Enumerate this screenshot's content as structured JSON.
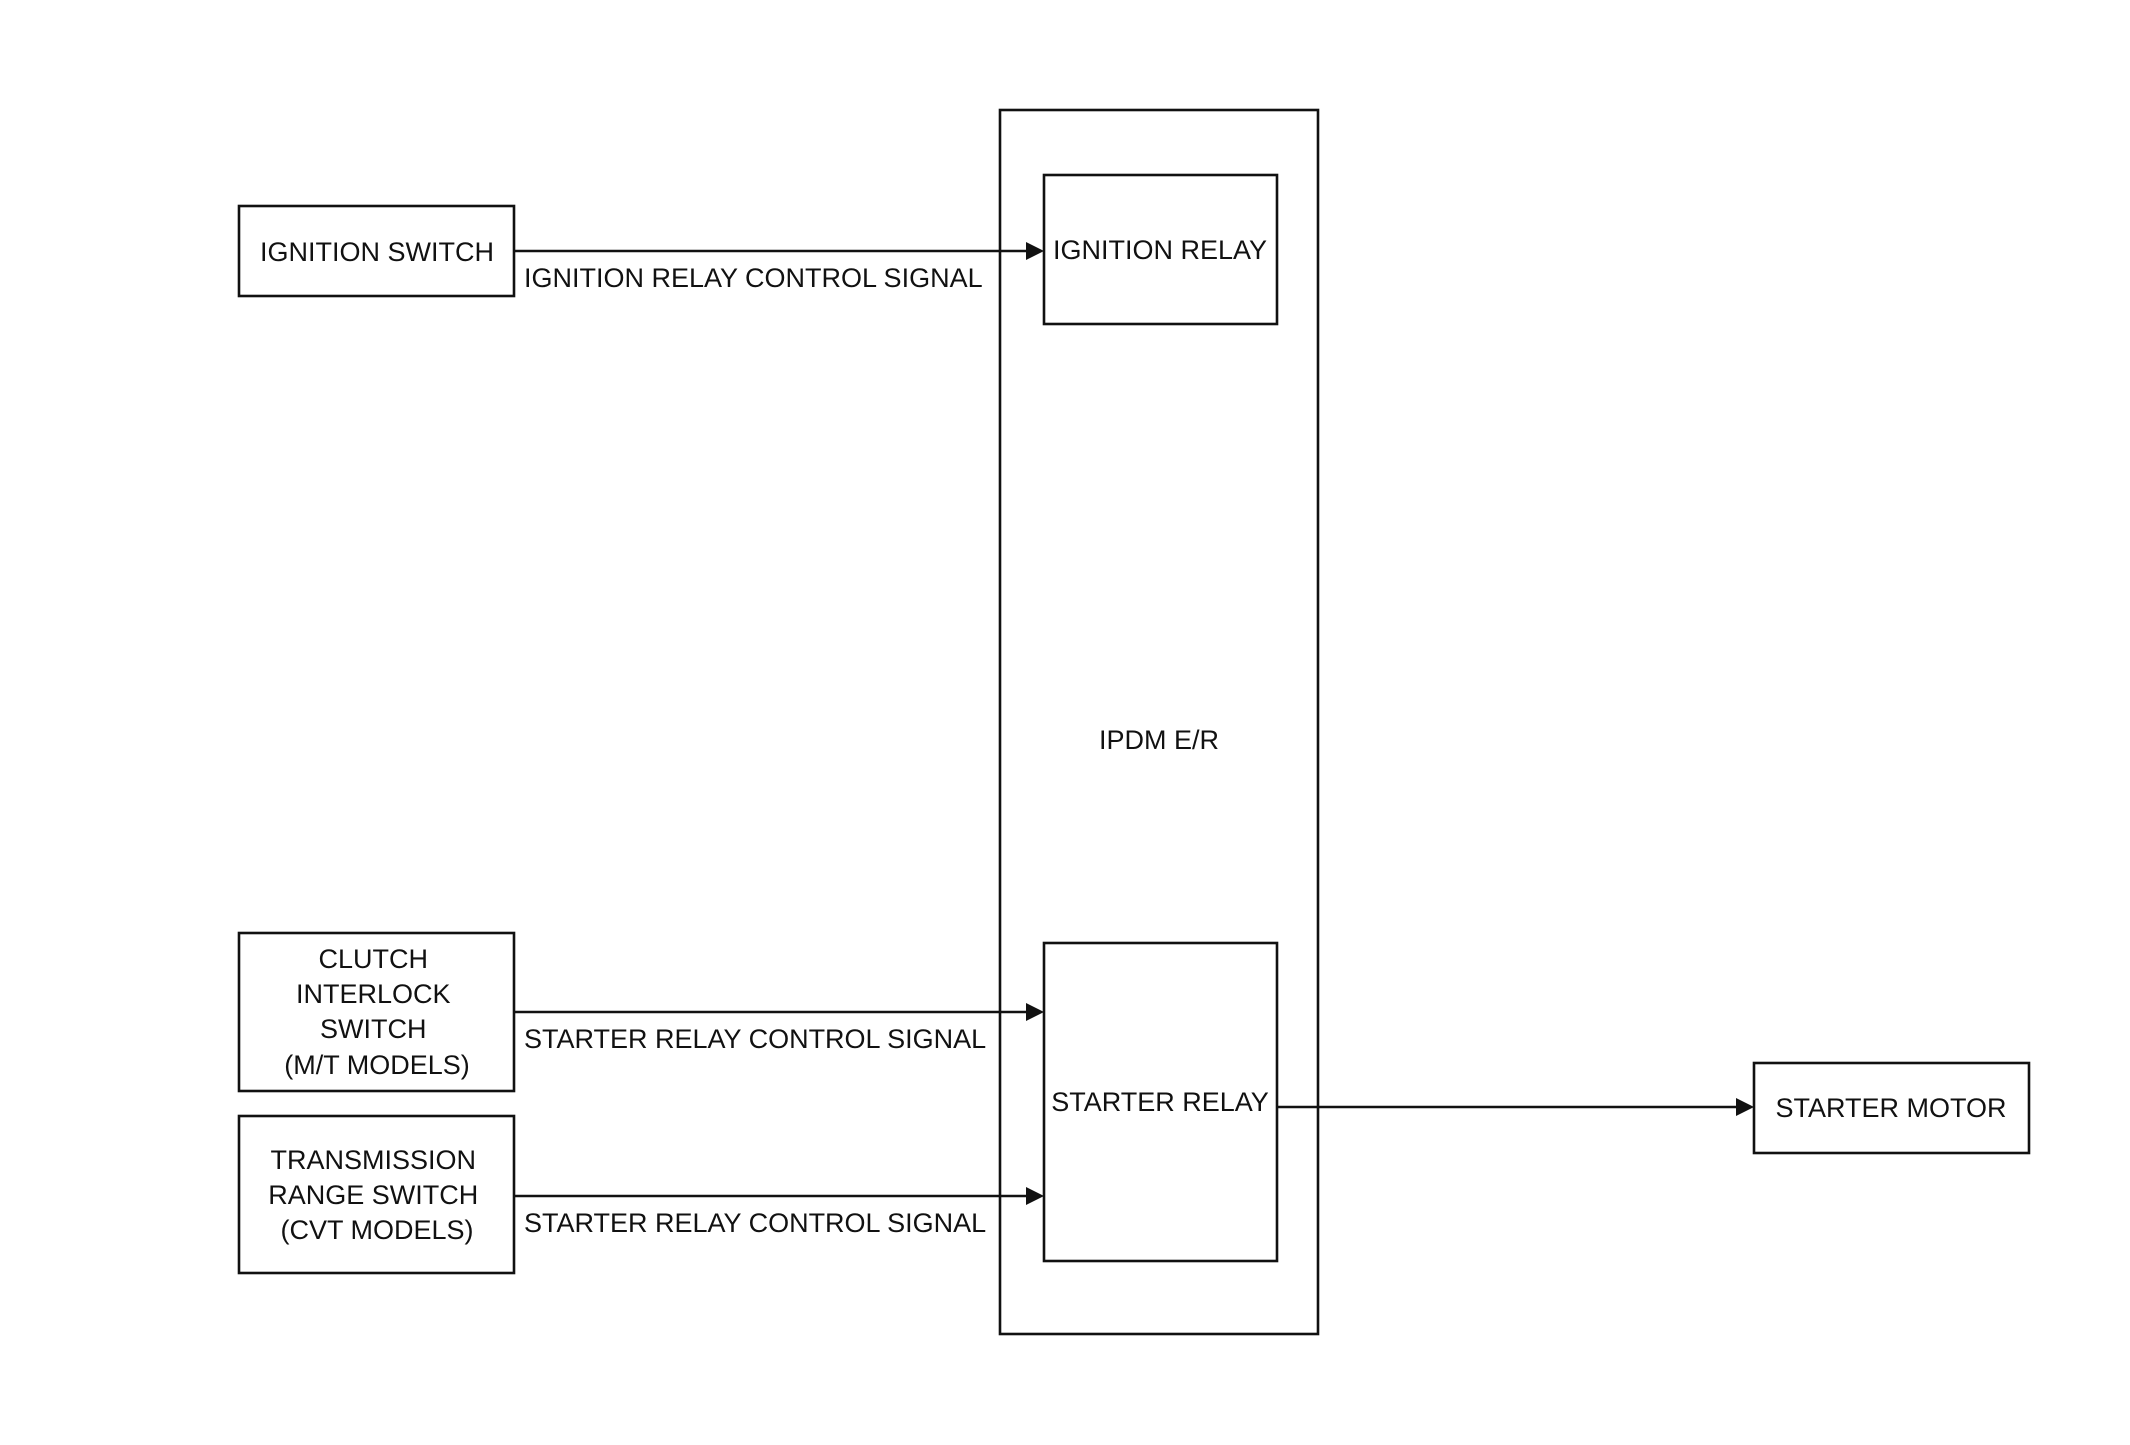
{
  "blocks": {
    "ignition_switch": "IGNITION SWITCH",
    "ipdm": "IPDM E/R",
    "ignition_relay": "IGNITION RELAY",
    "starter_relay": "STARTER RELAY",
    "clutch_interlock": [
      "CLUTCH",
      "INTERLOCK",
      "SWITCH",
      "(M/T MODELS)"
    ],
    "transmission_range": [
      "TRANSMISSION",
      "RANGE SWITCH",
      "(CVT MODELS)"
    ],
    "starter_motor": "STARTER MOTOR"
  },
  "signals": {
    "ignition_relay_control": "IGNITION RELAY CONTROL SIGNAL",
    "starter_relay_control_mt": "STARTER RELAY CONTROL SIGNAL",
    "starter_relay_control_cvt": "STARTER RELAY CONTROL SIGNAL"
  },
  "colors": {
    "line": "#111111",
    "background": "#ffffff"
  }
}
